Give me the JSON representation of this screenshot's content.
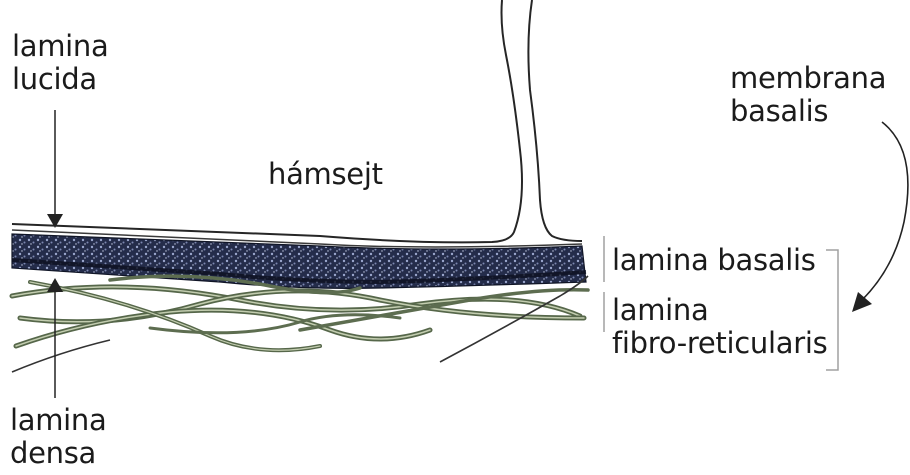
{
  "labels": {
    "lamina_lucida": [
      "lamina",
      "lucida"
    ],
    "membrana_basalis": [
      "membrana",
      "basalis"
    ],
    "hamsejt": "hámsejt",
    "lamina_basalis": "lamina basalis",
    "lamina_fibro_reticularis": [
      "lamina",
      "fibro-reticularis"
    ],
    "lamina_densa": [
      "lamina",
      "densa"
    ]
  },
  "colors": {
    "ink": "#1b1b1b",
    "basal_layer": "#1c2440",
    "basal_layer_speckle": "#8e9bc4",
    "fiber": "#5a6b4e",
    "fiber_light": "#b9c4a6",
    "bracket": "#9a9a9a"
  }
}
